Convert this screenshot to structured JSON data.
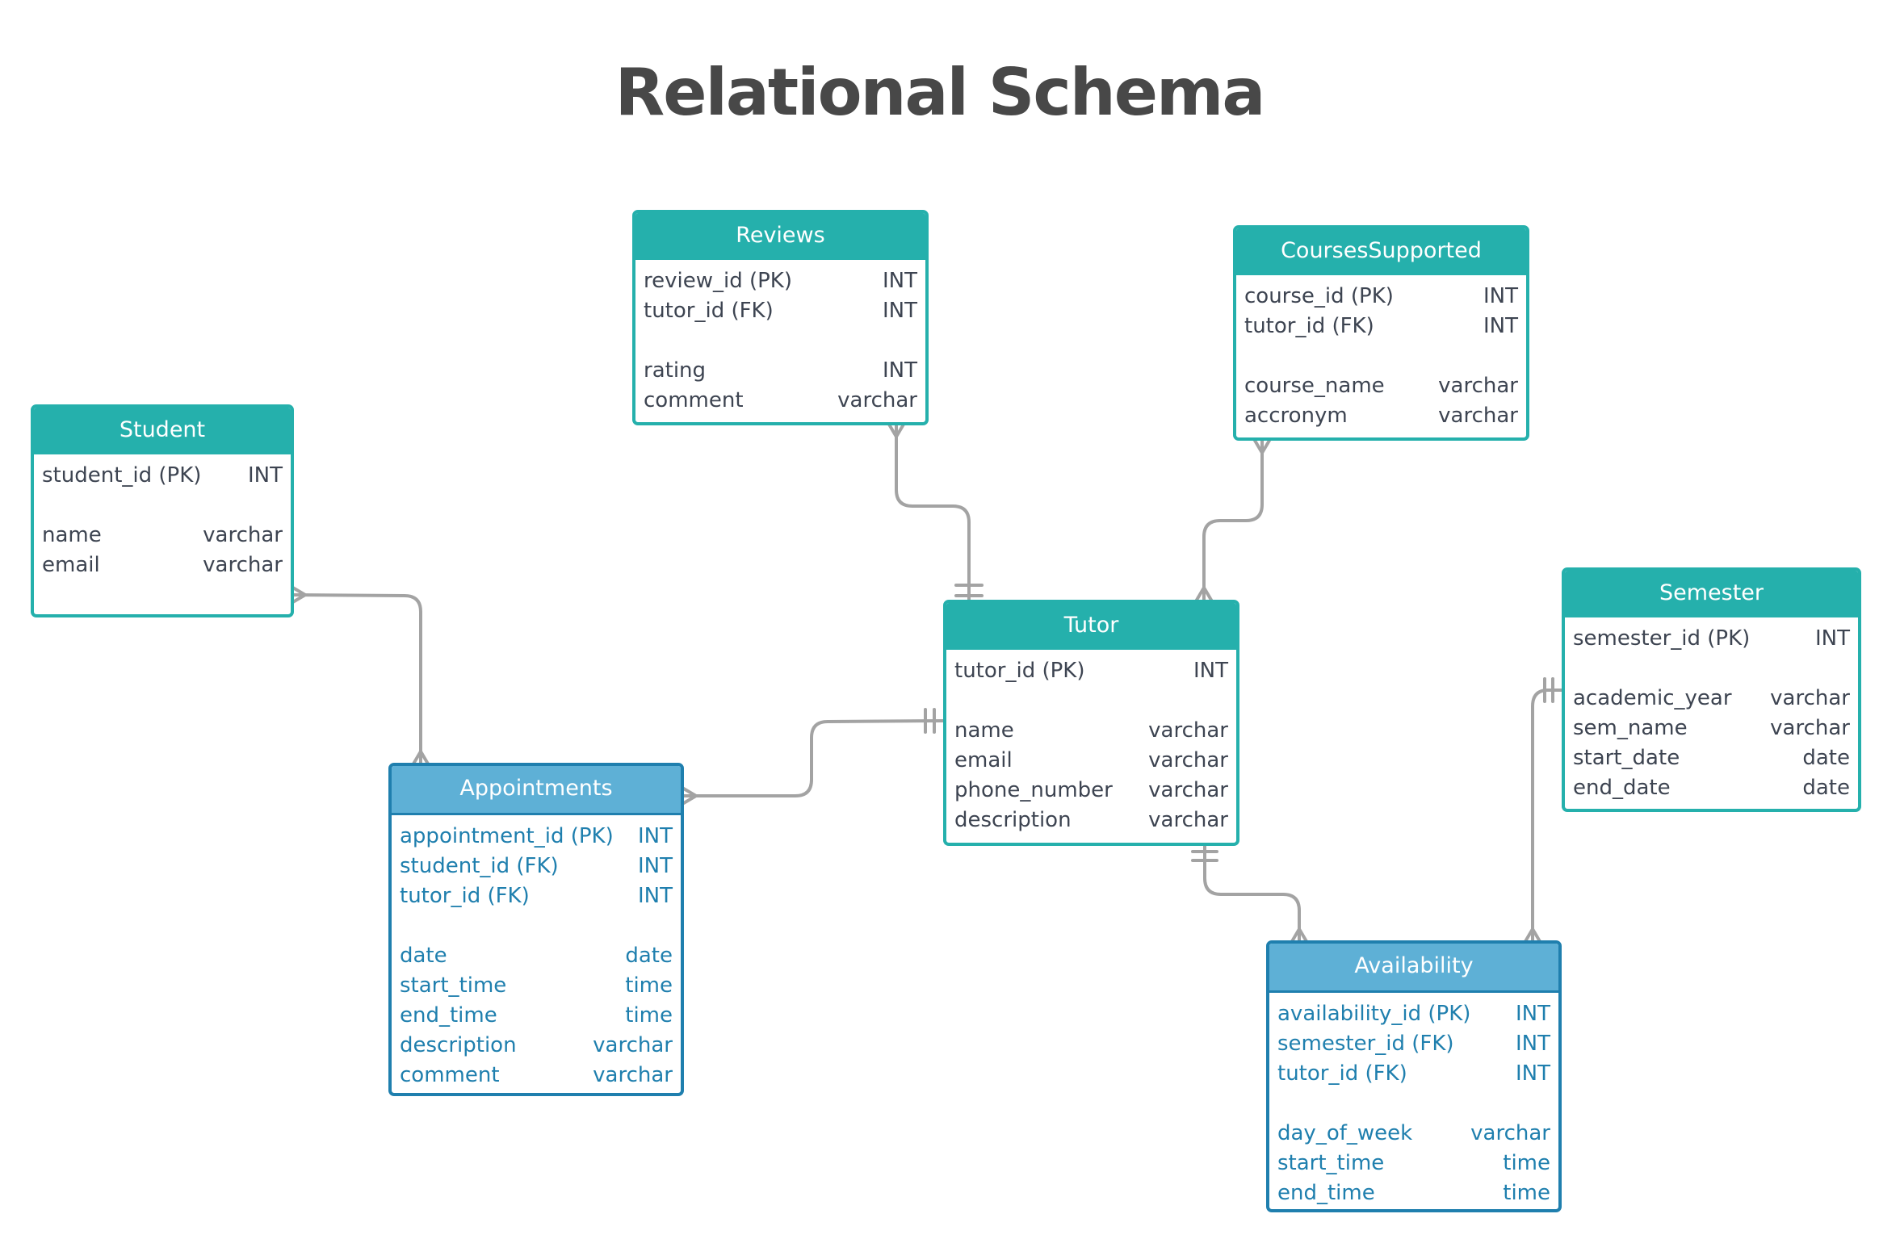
{
  "title": "Relational Schema",
  "colors": {
    "teal": "#25b0ac",
    "blue_border": "#1f7fae",
    "blue_header": "#5eb0d6",
    "connector": "#a3a3a3",
    "title": "#484848"
  },
  "entities": {
    "reviews": {
      "name": "Reviews",
      "fields": [
        {
          "name": "review_id (PK)",
          "type": "INT"
        },
        {
          "name": "tutor_id (FK)",
          "type": "INT"
        },
        {
          "name": "rating",
          "type": "INT"
        },
        {
          "name": "comment",
          "type": "varchar"
        }
      ]
    },
    "courses_supported": {
      "name": "CoursesSupported",
      "fields": [
        {
          "name": "course_id (PK)",
          "type": "INT"
        },
        {
          "name": "tutor_id (FK)",
          "type": "INT"
        },
        {
          "name": "course_name",
          "type": "varchar"
        },
        {
          "name": "accronym",
          "type": "varchar"
        }
      ]
    },
    "student": {
      "name": "Student",
      "fields": [
        {
          "name": "student_id (PK)",
          "type": "INT"
        },
        {
          "name": "name",
          "type": "varchar"
        },
        {
          "name": "email",
          "type": "varchar"
        }
      ]
    },
    "tutor": {
      "name": "Tutor",
      "fields": [
        {
          "name": "tutor_id (PK)",
          "type": "INT"
        },
        {
          "name": "name",
          "type": "varchar"
        },
        {
          "name": "email",
          "type": "varchar"
        },
        {
          "name": "phone_number",
          "type": "varchar"
        },
        {
          "name": "description",
          "type": "varchar"
        }
      ]
    },
    "semester": {
      "name": "Semester",
      "fields": [
        {
          "name": "semester_id (PK)",
          "type": "INT"
        },
        {
          "name": "academic_year",
          "type": "varchar"
        },
        {
          "name": "sem_name",
          "type": "varchar"
        },
        {
          "name": "start_date",
          "type": "date"
        },
        {
          "name": "end_date",
          "type": "date"
        }
      ]
    },
    "appointments": {
      "name": "Appointments",
      "fields": [
        {
          "name": "appointment_id (PK)",
          "type": "INT"
        },
        {
          "name": "student_id (FK)",
          "type": "INT"
        },
        {
          "name": "tutor_id (FK)",
          "type": "INT"
        },
        {
          "name": "date",
          "type": "date"
        },
        {
          "name": "start_time",
          "type": "time"
        },
        {
          "name": "end_time",
          "type": "time"
        },
        {
          "name": "description",
          "type": "varchar"
        },
        {
          "name": "comment",
          "type": "varchar"
        }
      ]
    },
    "availability": {
      "name": "Availability",
      "fields": [
        {
          "name": "availability_id (PK)",
          "type": "INT"
        },
        {
          "name": "semester_id (FK)",
          "type": "INT"
        },
        {
          "name": "tutor_id (FK)",
          "type": "INT"
        },
        {
          "name": "day_of_week",
          "type": "varchar"
        },
        {
          "name": "start_time",
          "type": "time"
        },
        {
          "name": "end_time",
          "type": "time"
        }
      ]
    }
  }
}
